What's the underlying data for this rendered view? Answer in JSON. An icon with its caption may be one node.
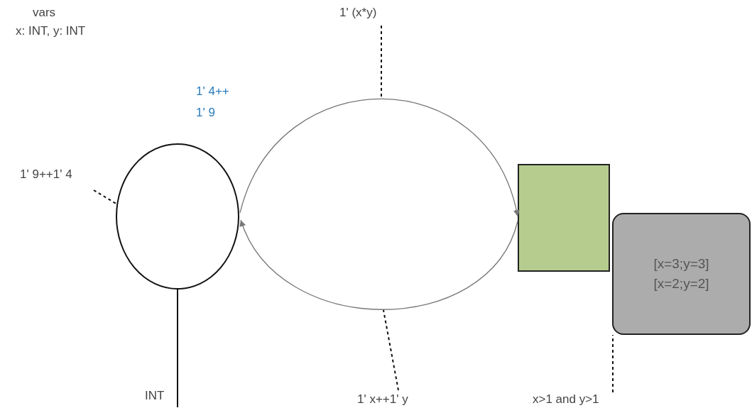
{
  "diagram": {
    "nodes": [
      {
        "text": [],
        "shape": "circle"
      },
      {
        "text": [],
        "shape": "box"
      },
      {
        "text": [
          "[x=3;y=3]",
          "[x=2;y=2]"
        ]
      },
      {
        "text": [
          "1' 9++1' 4"
        ]
      },
      {
        "text": [
          "1' (x*y)"
        ]
      },
      {
        "text": [
          "1' x++1' y"
        ]
      },
      {
        "text": [
          "x>1 and y>1"
        ]
      },
      {
        "text": [
          "INT"
        ]
      }
    ],
    "edges": [
      {
        "from": 0,
        "to": 1,
        "arrow": "to",
        "color": "#777777"
      },
      {
        "from": 1,
        "to": 0,
        "arrow": "to",
        "color": "#777777"
      },
      {
        "from": 3,
        "to": 0,
        "arrow": "none",
        "style": "dashed"
      },
      {
        "from": 4,
        "to": null,
        "arrow": "none",
        "style": "dashed"
      },
      {
        "from": 5,
        "to": null,
        "arrow": "none",
        "style": "dashed"
      },
      {
        "from": 6,
        "to": 2,
        "arrow": "none",
        "style": "dashed"
      },
      {
        "from": 7,
        "to": 0,
        "arrow": "none"
      }
    ],
    "labels": [
      "vars",
      "x: INT, y: INT",
      "1' 4++ 1' 9"
    ]
  }
}
